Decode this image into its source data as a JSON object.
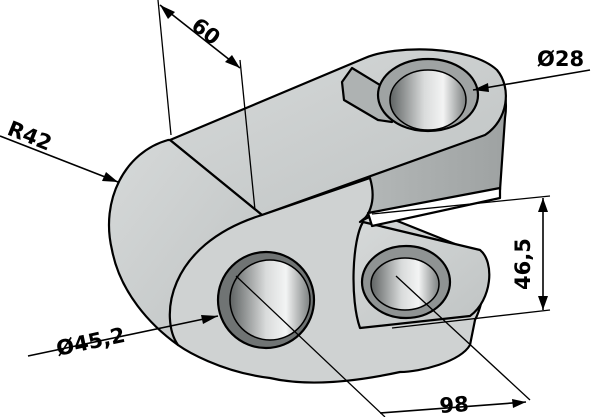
{
  "drawing": {
    "dimensions": {
      "length_top": "60",
      "outer_radius": "R42",
      "top_bore_diameter": "Ø28",
      "fork_gap": "46,5",
      "bottom_bore_diameter": "Ø45,2",
      "overall_length": "98"
    },
    "colors": {
      "body": "#c9cccc",
      "body_shadow": "#a9adad",
      "bore_dark": "#6f7373",
      "bore_light": "#e4e6e6",
      "ink": "#000000"
    }
  }
}
